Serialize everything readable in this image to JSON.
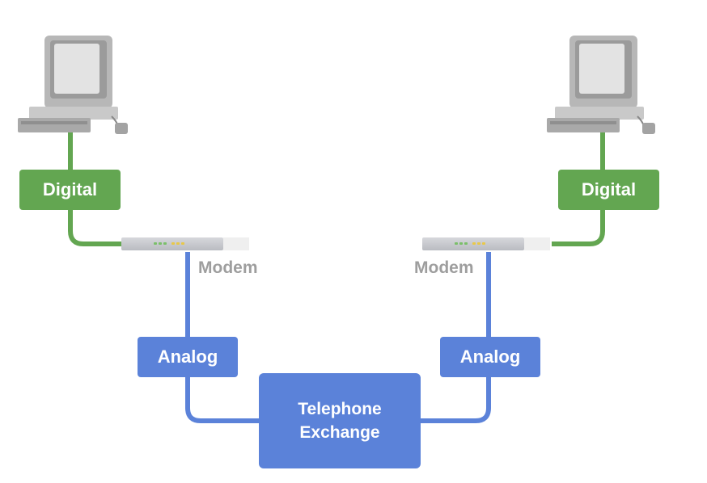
{
  "labels": {
    "digital_left": "Digital",
    "digital_right": "Digital",
    "modem_left": "Modem",
    "modem_right": "Modem",
    "analog_left": "Analog",
    "analog_right": "Analog",
    "exchange_line1": "Telephone",
    "exchange_line2": "Exchange"
  },
  "colors": {
    "digital": "#63a651",
    "analog": "#5b82d9",
    "modem_label": "#9e9e9e",
    "computer": "#b3b3b3"
  },
  "icons": {
    "left_computer": "desktop-computer-icon",
    "right_computer": "desktop-computer-icon",
    "left_modem": "modem-icon",
    "right_modem": "modem-icon"
  }
}
